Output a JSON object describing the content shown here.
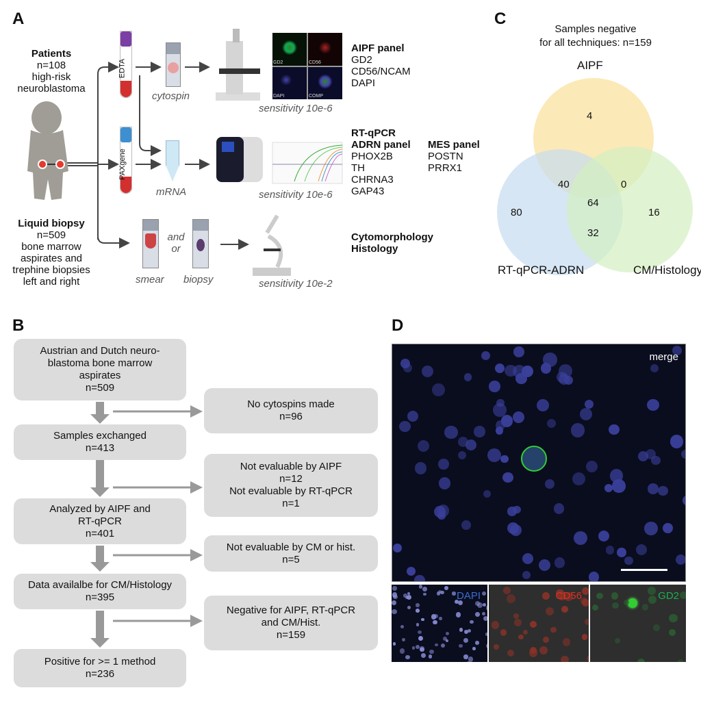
{
  "panel_a": {
    "label": "A",
    "patients": {
      "title": "Patients",
      "n": "n=108",
      "desc1": "high-risk",
      "desc2": "neuroblastoma"
    },
    "liquid": {
      "title": "Liquid biopsy",
      "n": "n=509",
      "l1": "bone marrow",
      "l2": "aspirates and",
      "l3": "trephine biopsies",
      "l4": "left and right"
    },
    "tubes": {
      "edta": "EDTA",
      "paxgene": "PAXgene"
    },
    "cytospin": "cytospin",
    "mrna": "mRNA",
    "smear": "smear",
    "biopsy": "biopsy",
    "and": "and",
    "or": "or",
    "if_tiles": [
      "GD2",
      "CD56",
      "DAPI",
      "COMP"
    ],
    "sens1": "sensitivity 10e-6",
    "sens2": "sensitivity 10e-6",
    "sens3": "sensitivity 10e-2",
    "aipf": {
      "title": "AIPF panel",
      "items": [
        "GD2",
        "CD56/NCAM",
        "DAPI"
      ]
    },
    "rtqpcr": {
      "title": "RT-qPCR",
      "adrn_title": "ADRN panel",
      "adrn": [
        "PHOX2B",
        "TH",
        "CHRNA3",
        "GAP43"
      ],
      "mes_title": "MES panel",
      "mes": [
        "POSTN",
        "PRRX1"
      ]
    },
    "cm": {
      "l1": "Cytomorphology",
      "l2": "Histology"
    }
  },
  "panel_b": {
    "label": "B",
    "main": [
      {
        "lines": [
          "Austrian and Dutch neuro-",
          "blastoma bone marrow",
          "aspirates",
          "n=509"
        ]
      },
      {
        "lines": [
          "Samples exchanged",
          "n=413"
        ]
      },
      {
        "lines": [
          "Analyzed by AIPF and",
          "RT-qPCR",
          "n=401"
        ]
      },
      {
        "lines": [
          "Data availalbe for CM/Histology",
          "n=395"
        ]
      },
      {
        "lines": [
          "Positive for >= 1 method",
          "n=236"
        ]
      }
    ],
    "side": [
      {
        "lines": [
          "No cytospins made",
          "n=96"
        ]
      },
      {
        "lines": [
          "Not evaluable by AIPF",
          "n=12",
          "Not evaluable by RT-qPCR",
          "n=1"
        ]
      },
      {
        "lines": [
          "Not evaluable by CM or hist.",
          "n=5"
        ]
      },
      {
        "lines": [
          "Negative for AIPF, RT-qPCR",
          "and CM/Hist.",
          "n=159"
        ]
      }
    ]
  },
  "panel_c": {
    "label": "C",
    "note1": "Samples negative",
    "note2": "for all techniques: n=159",
    "sets": [
      {
        "name": "AIPF",
        "color": "#fbe3a6"
      },
      {
        "name": "RT-qPCR-ADRN",
        "color": "#c6dcf0"
      },
      {
        "name": "CM/Histology",
        "color": "#d3efc0"
      }
    ],
    "regions": {
      "aipf_only": "4",
      "aipf_rt": "40",
      "aipf_cm": "0",
      "all": "64",
      "rt_only": "80",
      "rt_cm": "32",
      "cm_only": "16"
    }
  },
  "panel_d": {
    "label": "D",
    "merge": "merge",
    "dapi": "DAPI",
    "cd56": "CD56",
    "gd2": "GD2",
    "colors": {
      "dapi": "#3a6fd0",
      "cd56": "#e03020",
      "gd2": "#18b050"
    }
  }
}
